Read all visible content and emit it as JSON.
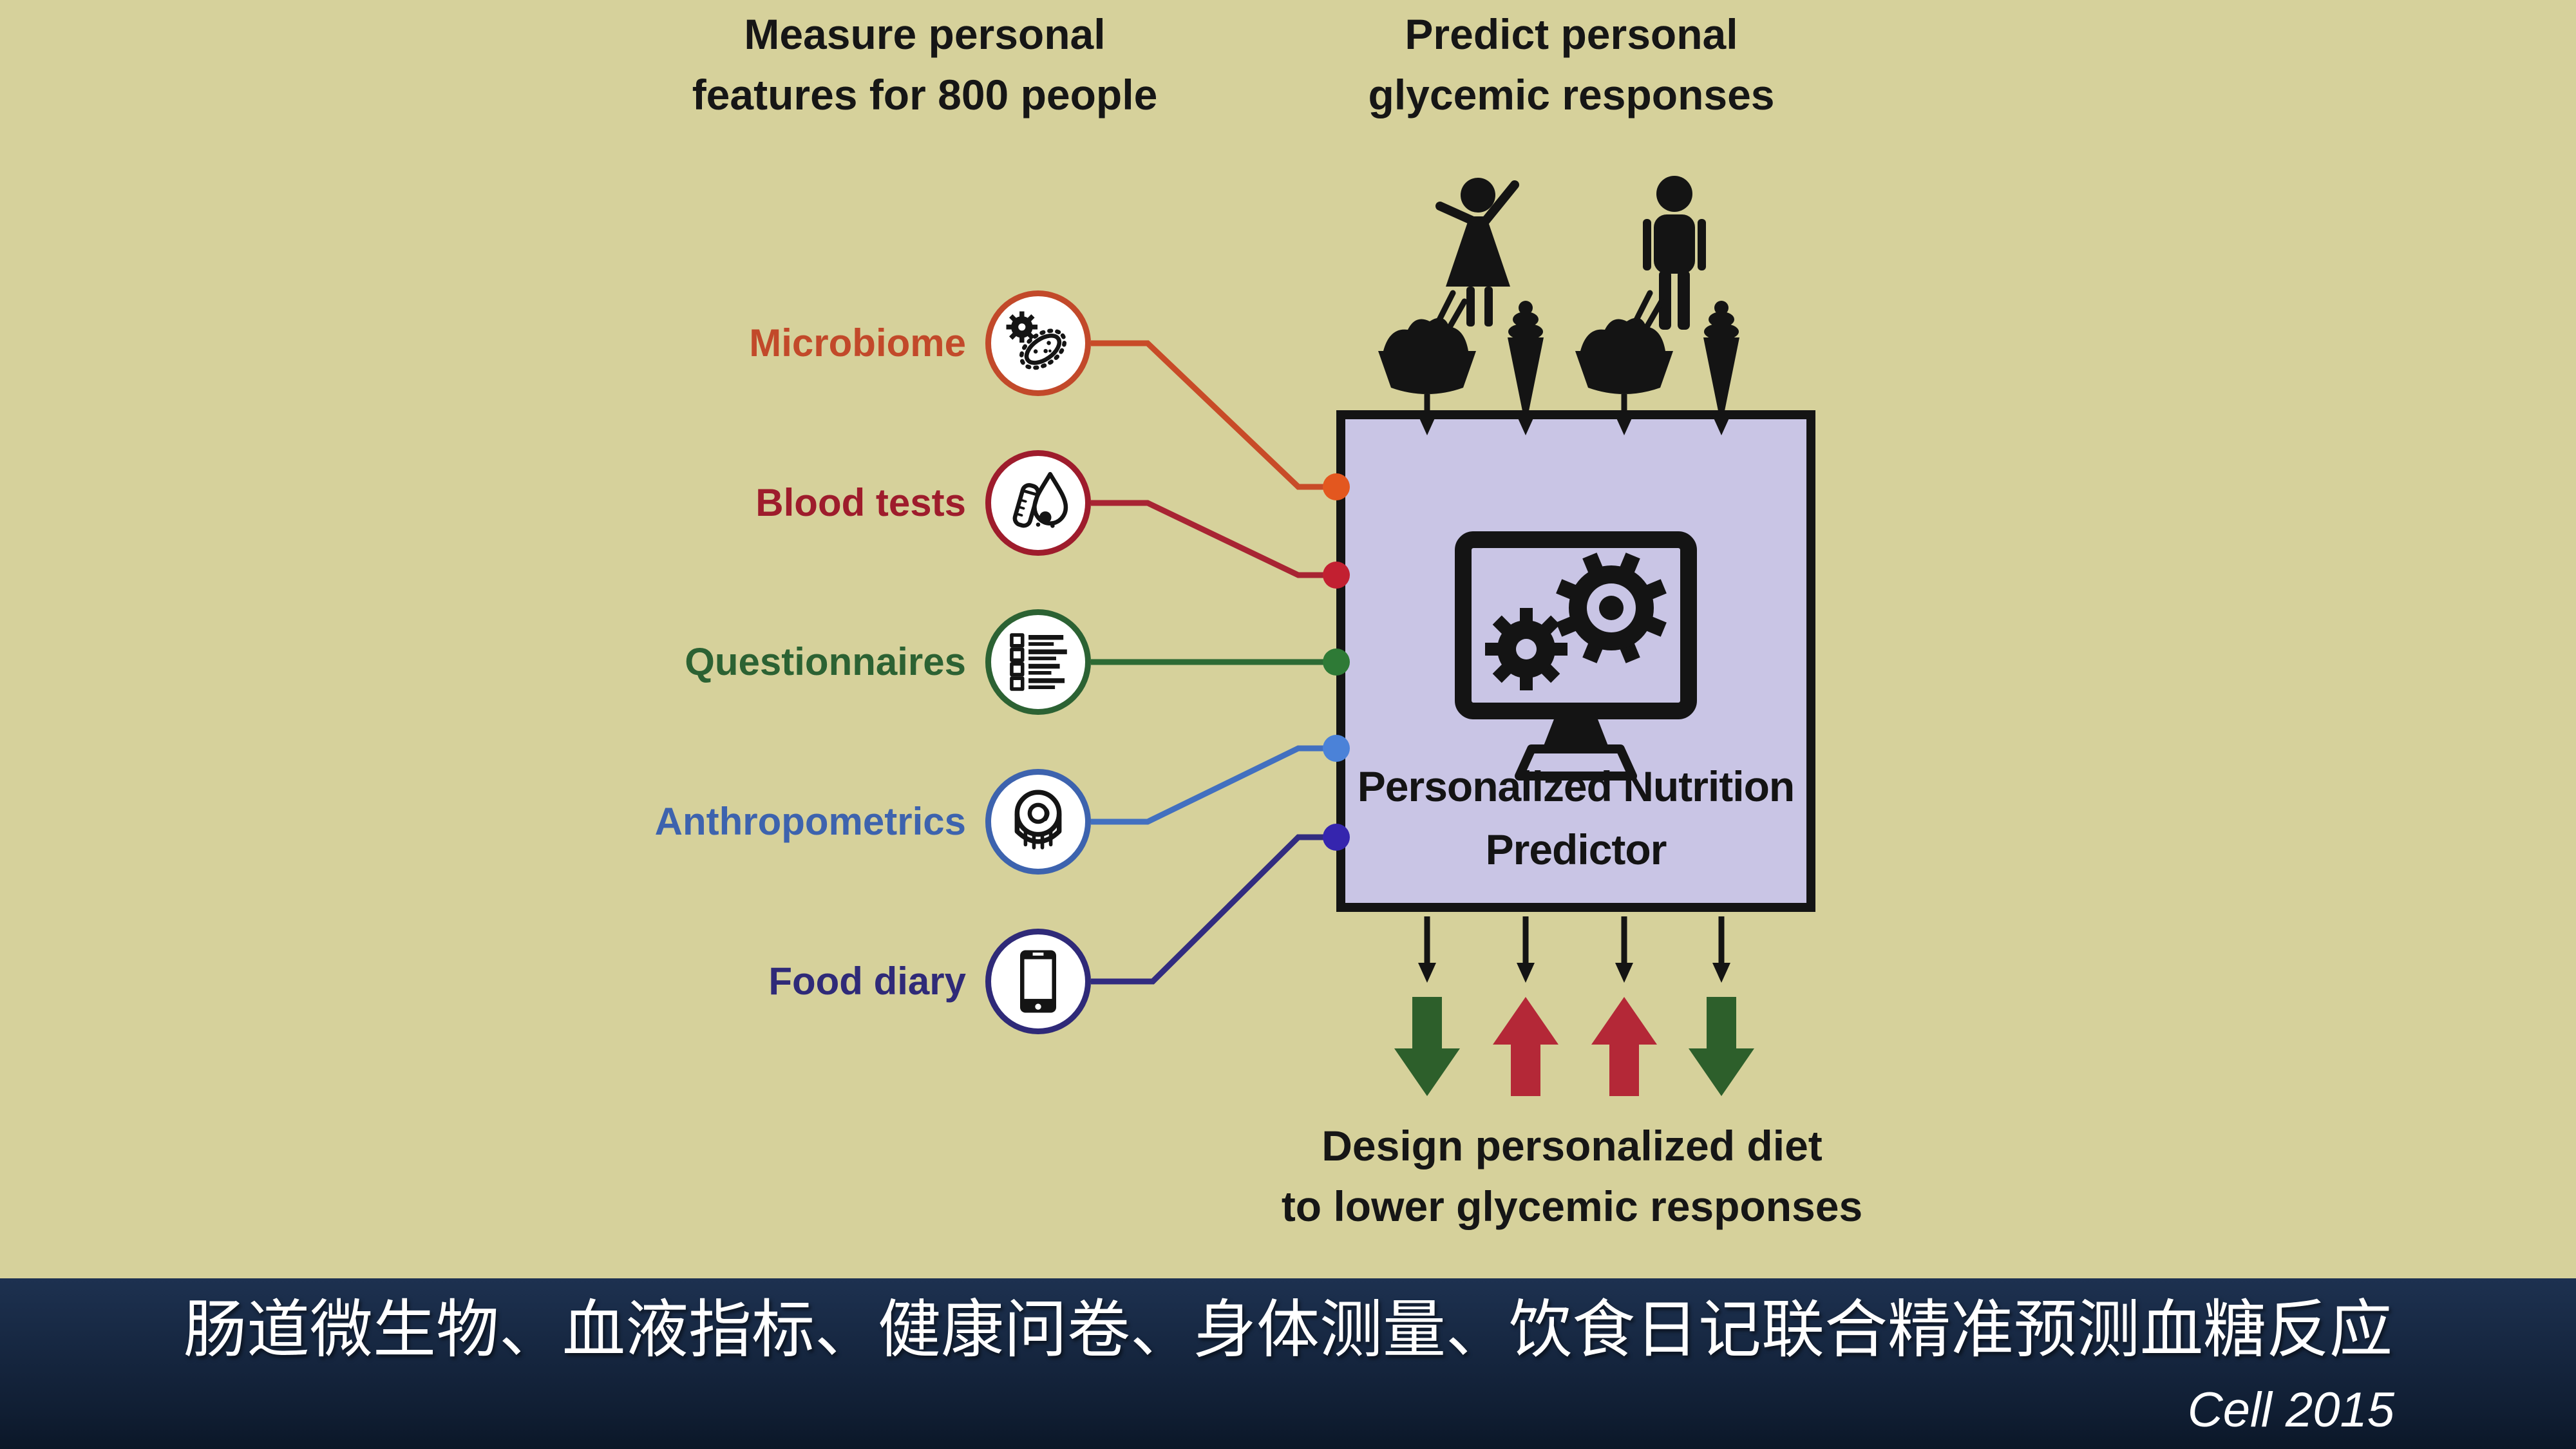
{
  "slide": {
    "bg_color": "#d6d19b",
    "left_heading": "Measure personal\nfeatures for 800 people",
    "right_heading": "Predict personal\nglycemic responses"
  },
  "measurements": {
    "items": [
      {
        "label": "Microbiome",
        "color": "#c2492a",
        "line_color": "#c84b28",
        "dot_color": "#e3571f",
        "icon": "microbe-icon"
      },
      {
        "label": "Blood tests",
        "color": "#9e1c2c",
        "line_color": "#a82433",
        "dot_color": "#c22031",
        "icon": "blood-test-icon"
      },
      {
        "label": "Questionnaires",
        "color": "#2c6233",
        "line_color": "#2d6a34",
        "dot_color": "#2e7a36",
        "icon": "checklist-icon"
      },
      {
        "label": "Anthropometrics",
        "color": "#3d63ae",
        "line_color": "#4270c0",
        "dot_color": "#4b82d8",
        "icon": "measuring-tape-icon"
      },
      {
        "label": "Food diary",
        "color": "#2f2a78",
        "line_color": "#322c80",
        "dot_color": "#3525ae",
        "icon": "smartphone-icon"
      }
    ]
  },
  "predictor_box": {
    "label": "Personalized Nutrition\nPredictor",
    "fill_color": "#c9c5e5",
    "border_color": "#141414",
    "icon": "computer-gears-icon"
  },
  "inputs_row": {
    "icons": [
      "woman-icon",
      "man-icon",
      "rice-bowl-icon",
      "ice-cream-icon",
      "rice-bowl-icon",
      "ice-cream-icon"
    ]
  },
  "outputs": {
    "pattern": [
      "down",
      "up",
      "up",
      "down"
    ],
    "arrow_colors": {
      "down": "#2d5f2b",
      "up": "#b42837"
    },
    "caption": "Design personalized diet\nto lower glycemic responses"
  },
  "footer": {
    "bg_top": "#1d3150",
    "bg_bottom": "#101e33",
    "headline": "肠道微生物、血液指标、健康问卷、身体测量、饮食日记联合精准预测血糖反应",
    "citation": "Cell 2015",
    "text_color": "#ffffff"
  }
}
